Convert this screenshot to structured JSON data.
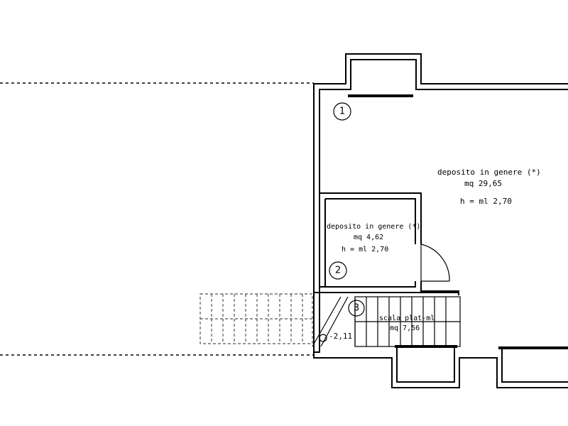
{
  "rooms": [
    {
      "number": "1",
      "name": "deposito in genere (*)",
      "area": "mq 29,65",
      "height": "h = ml 2,70"
    },
    {
      "number": "2",
      "name": "deposito in genere (*)",
      "area": "mq 4,62",
      "height": "h = ml 2,70"
    },
    {
      "number": "3",
      "name": "scala plat-ml",
      "area": "mq 7,56",
      "height": ""
    }
  ],
  "level_mark": "-2,11"
}
